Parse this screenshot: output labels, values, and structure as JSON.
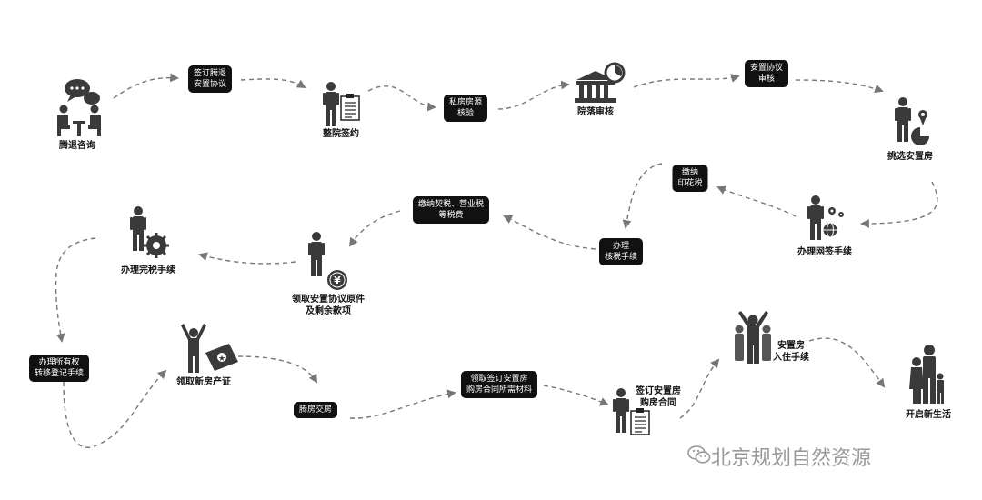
{
  "stages": {
    "s1": "腾退咨询",
    "s2": "整院签约",
    "s3": "院落审核",
    "s4": "挑选安置房",
    "s5": "办理网签手续",
    "s6": "办理完税手续",
    "s7_line1": "领取安置协议原件",
    "s7_line2": "及剩余款项",
    "s8": "领取新房产证",
    "s9": "开启新生活",
    "s10_line1": "签订安置房",
    "s10_line2": "购房合同",
    "s11_line1": "安置房",
    "s11_line2": "入住手续"
  },
  "steps": {
    "b1_line1": "签订腾退",
    "b1_line2": "安置协议",
    "b2_line1": "私房房源",
    "b2_line2": "核验",
    "b3_line1": "安置协议",
    "b3_line2": "审核",
    "b4_line1": "缴纳",
    "b4_line2": "印花税",
    "b5_line1": "办理",
    "b5_line2": "核税手续",
    "b6_line1": "缴纳契税、营业税",
    "b6_line2": "等税费",
    "b7_line1": "办理所有权",
    "b7_line2": "转移登记手续",
    "b8": "腾房交房",
    "b9_line1": "领取签订安置房",
    "b9_line2": "购房合同所需材料"
  },
  "watermark": "北京规划自然资源",
  "colors": {
    "box": "#111111",
    "figure": "#3a3a3a",
    "arrow": "#777777",
    "watermark": "#9a9a9a"
  }
}
